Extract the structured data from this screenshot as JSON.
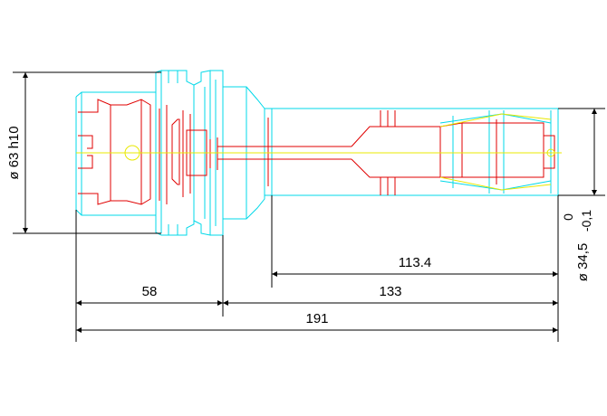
{
  "colors": {
    "background": "#ffffff",
    "outline": "#00d8e8",
    "bore": "#e00000",
    "centerline": "#e8e800",
    "dimension": "#000000"
  },
  "dimensions": {
    "flange_diameter": "ø 63 h10",
    "length_58": "58",
    "length_133": "133",
    "length_191": "191",
    "length_113_4": "113.4",
    "tip_diameter": "ø 34,5",
    "tol_upper": "0",
    "tol_lower": "-0,1"
  }
}
